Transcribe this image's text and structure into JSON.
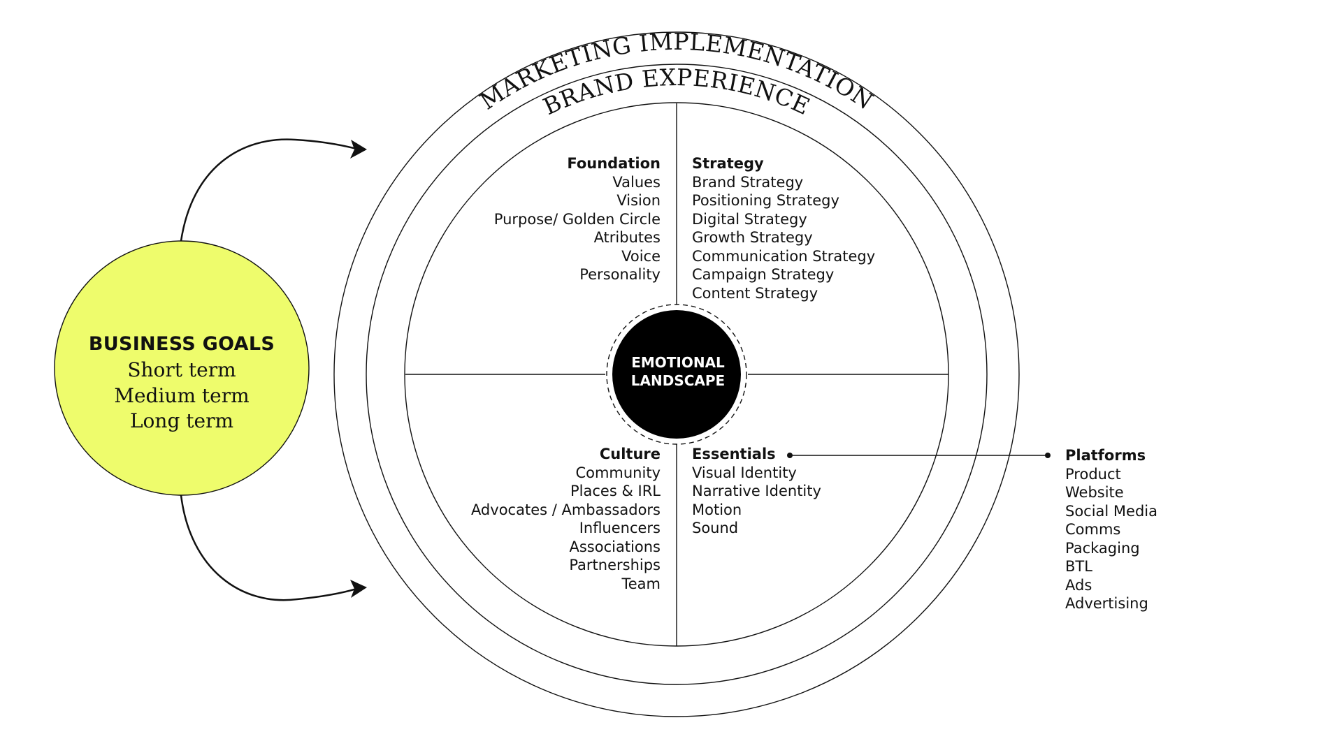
{
  "rings": {
    "outer_label": "MARKETING IMPLEMENTATION",
    "inner_label": "BRAND EXPERIENCE"
  },
  "center": {
    "line1": "EMOTIONAL",
    "line2": "LANDSCAPE"
  },
  "business_goals": {
    "title": "BUSINESS GOALS",
    "items": [
      "Short term",
      "Medium term",
      "Long term"
    ],
    "fill_color": "#eefc6c"
  },
  "quadrants": {
    "foundation": {
      "title": "Foundation",
      "items": [
        "Values",
        "Vision",
        "Purpose/ Golden Circle",
        "Atributes",
        "Voice",
        "Personality"
      ]
    },
    "strategy": {
      "title": "Strategy",
      "items": [
        "Brand Strategy",
        "Positioning Strategy",
        "Digital Strategy",
        "Growth Strategy",
        "Communication Strategy",
        "Campaign Strategy",
        "Content Strategy"
      ]
    },
    "culture": {
      "title": "Culture",
      "items": [
        "Community",
        "Places & IRL",
        "Advocates / Ambassadors",
        "Influencers",
        "Associations",
        "Partnerships",
        "Team"
      ]
    },
    "essentials": {
      "title": "Essentials",
      "items": [
        "Visual Identity",
        "Narrative Identity",
        "Motion",
        "Sound"
      ]
    }
  },
  "platforms": {
    "title": "Platforms",
    "items": [
      "Product",
      "Website",
      "Social Media",
      "Comms",
      "Packaging",
      "BTL",
      "Ads",
      "Advertising"
    ]
  }
}
